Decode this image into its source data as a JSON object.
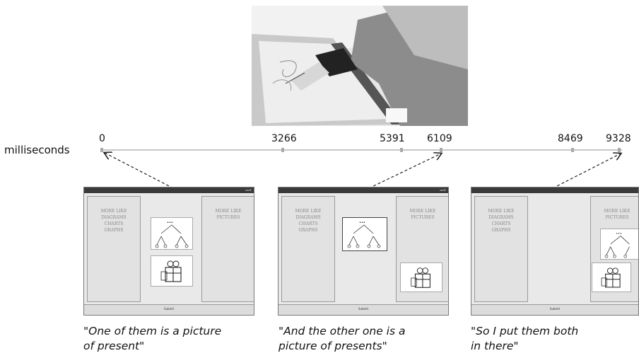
{
  "timeline": {
    "unit_label": "milliseconds",
    "ticks": [
      {
        "label": "0"
      },
      {
        "label": "3266"
      },
      {
        "label": "5391"
      },
      {
        "label": "6109"
      },
      {
        "label": "8469"
      },
      {
        "label": "9328"
      }
    ]
  },
  "screens": [
    {
      "panel_left_lines": [
        "MORE LIKE",
        "DIAGRAMS",
        "CHARTS",
        "GRAPHS"
      ],
      "panel_right_lines": [
        "MORE LIKE",
        "PICTURES"
      ],
      "bottom_button": "Submit"
    },
    {
      "panel_left_lines": [
        "MORE LIKE",
        "DIAGRAMS",
        "CHARTS",
        "GRAPHS"
      ],
      "panel_right_lines": [
        "MORE LIKE",
        "PICTURES"
      ],
      "bottom_button": "Submit"
    },
    {
      "panel_left_lines": [
        "MORE LIKE",
        "DIAGRAMS",
        "CHARTS",
        "GRAPHS"
      ],
      "panel_right_lines": [
        "MORE LIKE",
        "PICTURES"
      ],
      "bottom_button": "Submit"
    }
  ],
  "captions": [
    {
      "line1": "\"One of them is a picture",
      "line2": "of present\""
    },
    {
      "line1": "\"And the other one is a",
      "line2": "picture of presents\""
    },
    {
      "line1": "\"So I put them both",
      "line2": "in there\""
    }
  ],
  "colors": {
    "axis": "#c8c8c8",
    "tick": "#aaaaaa",
    "arrow": "#222222"
  }
}
